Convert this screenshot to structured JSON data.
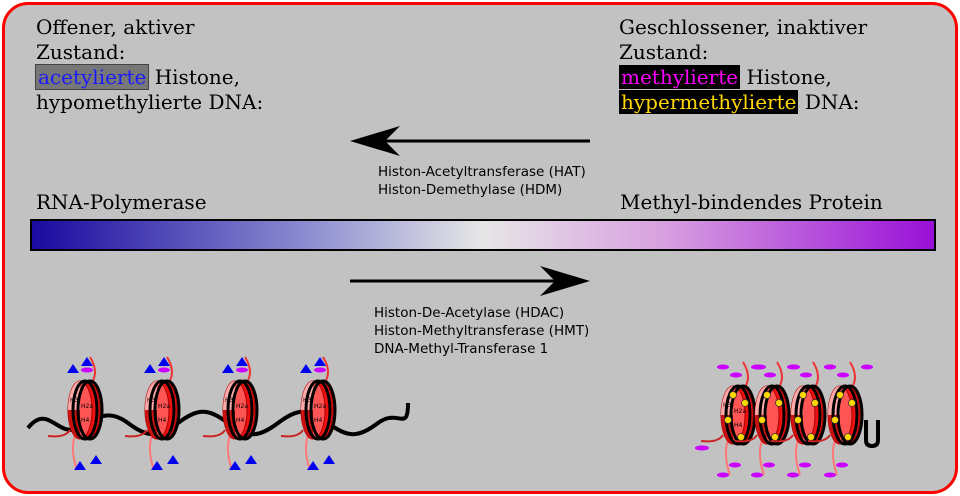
{
  "left_state": {
    "line1": "Offener, aktiver",
    "line2": "Zustand:",
    "highlight": "acetylierte",
    "line3_rest": " Histone,",
    "line4": "hypomethylierte DNA:"
  },
  "right_state": {
    "line1": "Geschlossener, inaktiver",
    "line2": "Zustand:",
    "highlight1": "methylierte",
    "line3_rest": " Histone,",
    "highlight2": "hypermethylierte",
    "line4_rest": " DNA:"
  },
  "arrow_left_labels": [
    "Histon-Acetyltransferase (HAT)",
    "Histon-Demethylase (HDM)"
  ],
  "arrow_right_labels": [
    "Histon-De-Acetylase (HDAC)",
    "Histon-Methyltransferase (HMT)",
    "DNA-Methyl-Transferase 1"
  ],
  "bar_left_label": "RNA-Polymerase",
  "bar_right_label": "Methyl-bindendes Protein",
  "histone_labels": {
    "h3": "H3",
    "h2a": "H2a",
    "h4": "H4"
  },
  "colors": {
    "border": "#ff0000",
    "background": "#c2c2c2",
    "acetyl": "#1a1aff",
    "methyl": "#cc00ff",
    "dna_methyl": "#ffd700",
    "nucleosome": "#ee1111"
  }
}
